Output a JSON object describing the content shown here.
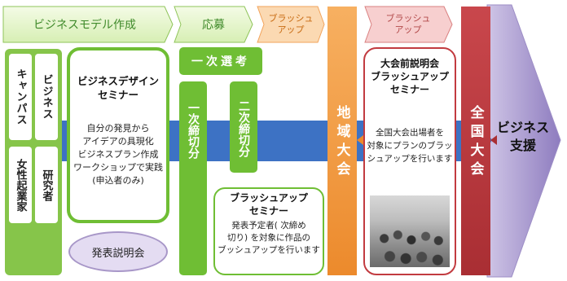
{
  "colors": {
    "green_dark": "#2e9a2e",
    "green_light": "#8fce4e",
    "green_fill": "#69c12e",
    "blue_band": "#3d72c4",
    "orange": "#f0953a",
    "red": "#b83a3e",
    "purple": "#a897c8"
  },
  "top_flow": {
    "business_model": "ビジネスモデル作成",
    "oubo": "応募",
    "brushup_1": "ブラッシュ\nアップ",
    "brushup_2": "ブラッシュ\nアップ"
  },
  "left_column": {
    "campus": "キャンパス",
    "business": "ビジネス",
    "female_entrepreneur": "女性起業家",
    "researcher": "研究者"
  },
  "design_seminar": {
    "title": "ビジネスデザイン\nセミナー",
    "body": "自分の発見から\nアイデアの具現化\nビジネスプラン作成\nワークショップで実践\n(申込者のみ)"
  },
  "presentation_meeting": "発表説明会",
  "ichiji_senkou": "一次選考",
  "ichiji_shimekiri": "一次締切分",
  "niji_shimekiri": "二次締切分",
  "brushup_seminar": {
    "title": "ブラッシュアップ\nセミナー",
    "body": "発表予定者( 次締め\n切り) を対象に作品の\nブッシュアップを行います"
  },
  "regional": "地域大会",
  "pre_national_seminar": {
    "title": "大会前説明会\nブラッシュアップ\nセミナー",
    "body": "全国大会出場者を\n対象にプランのブラッ\nシュアップを行います"
  },
  "national": "全国大会",
  "business_support": "ビジネス\n支援"
}
